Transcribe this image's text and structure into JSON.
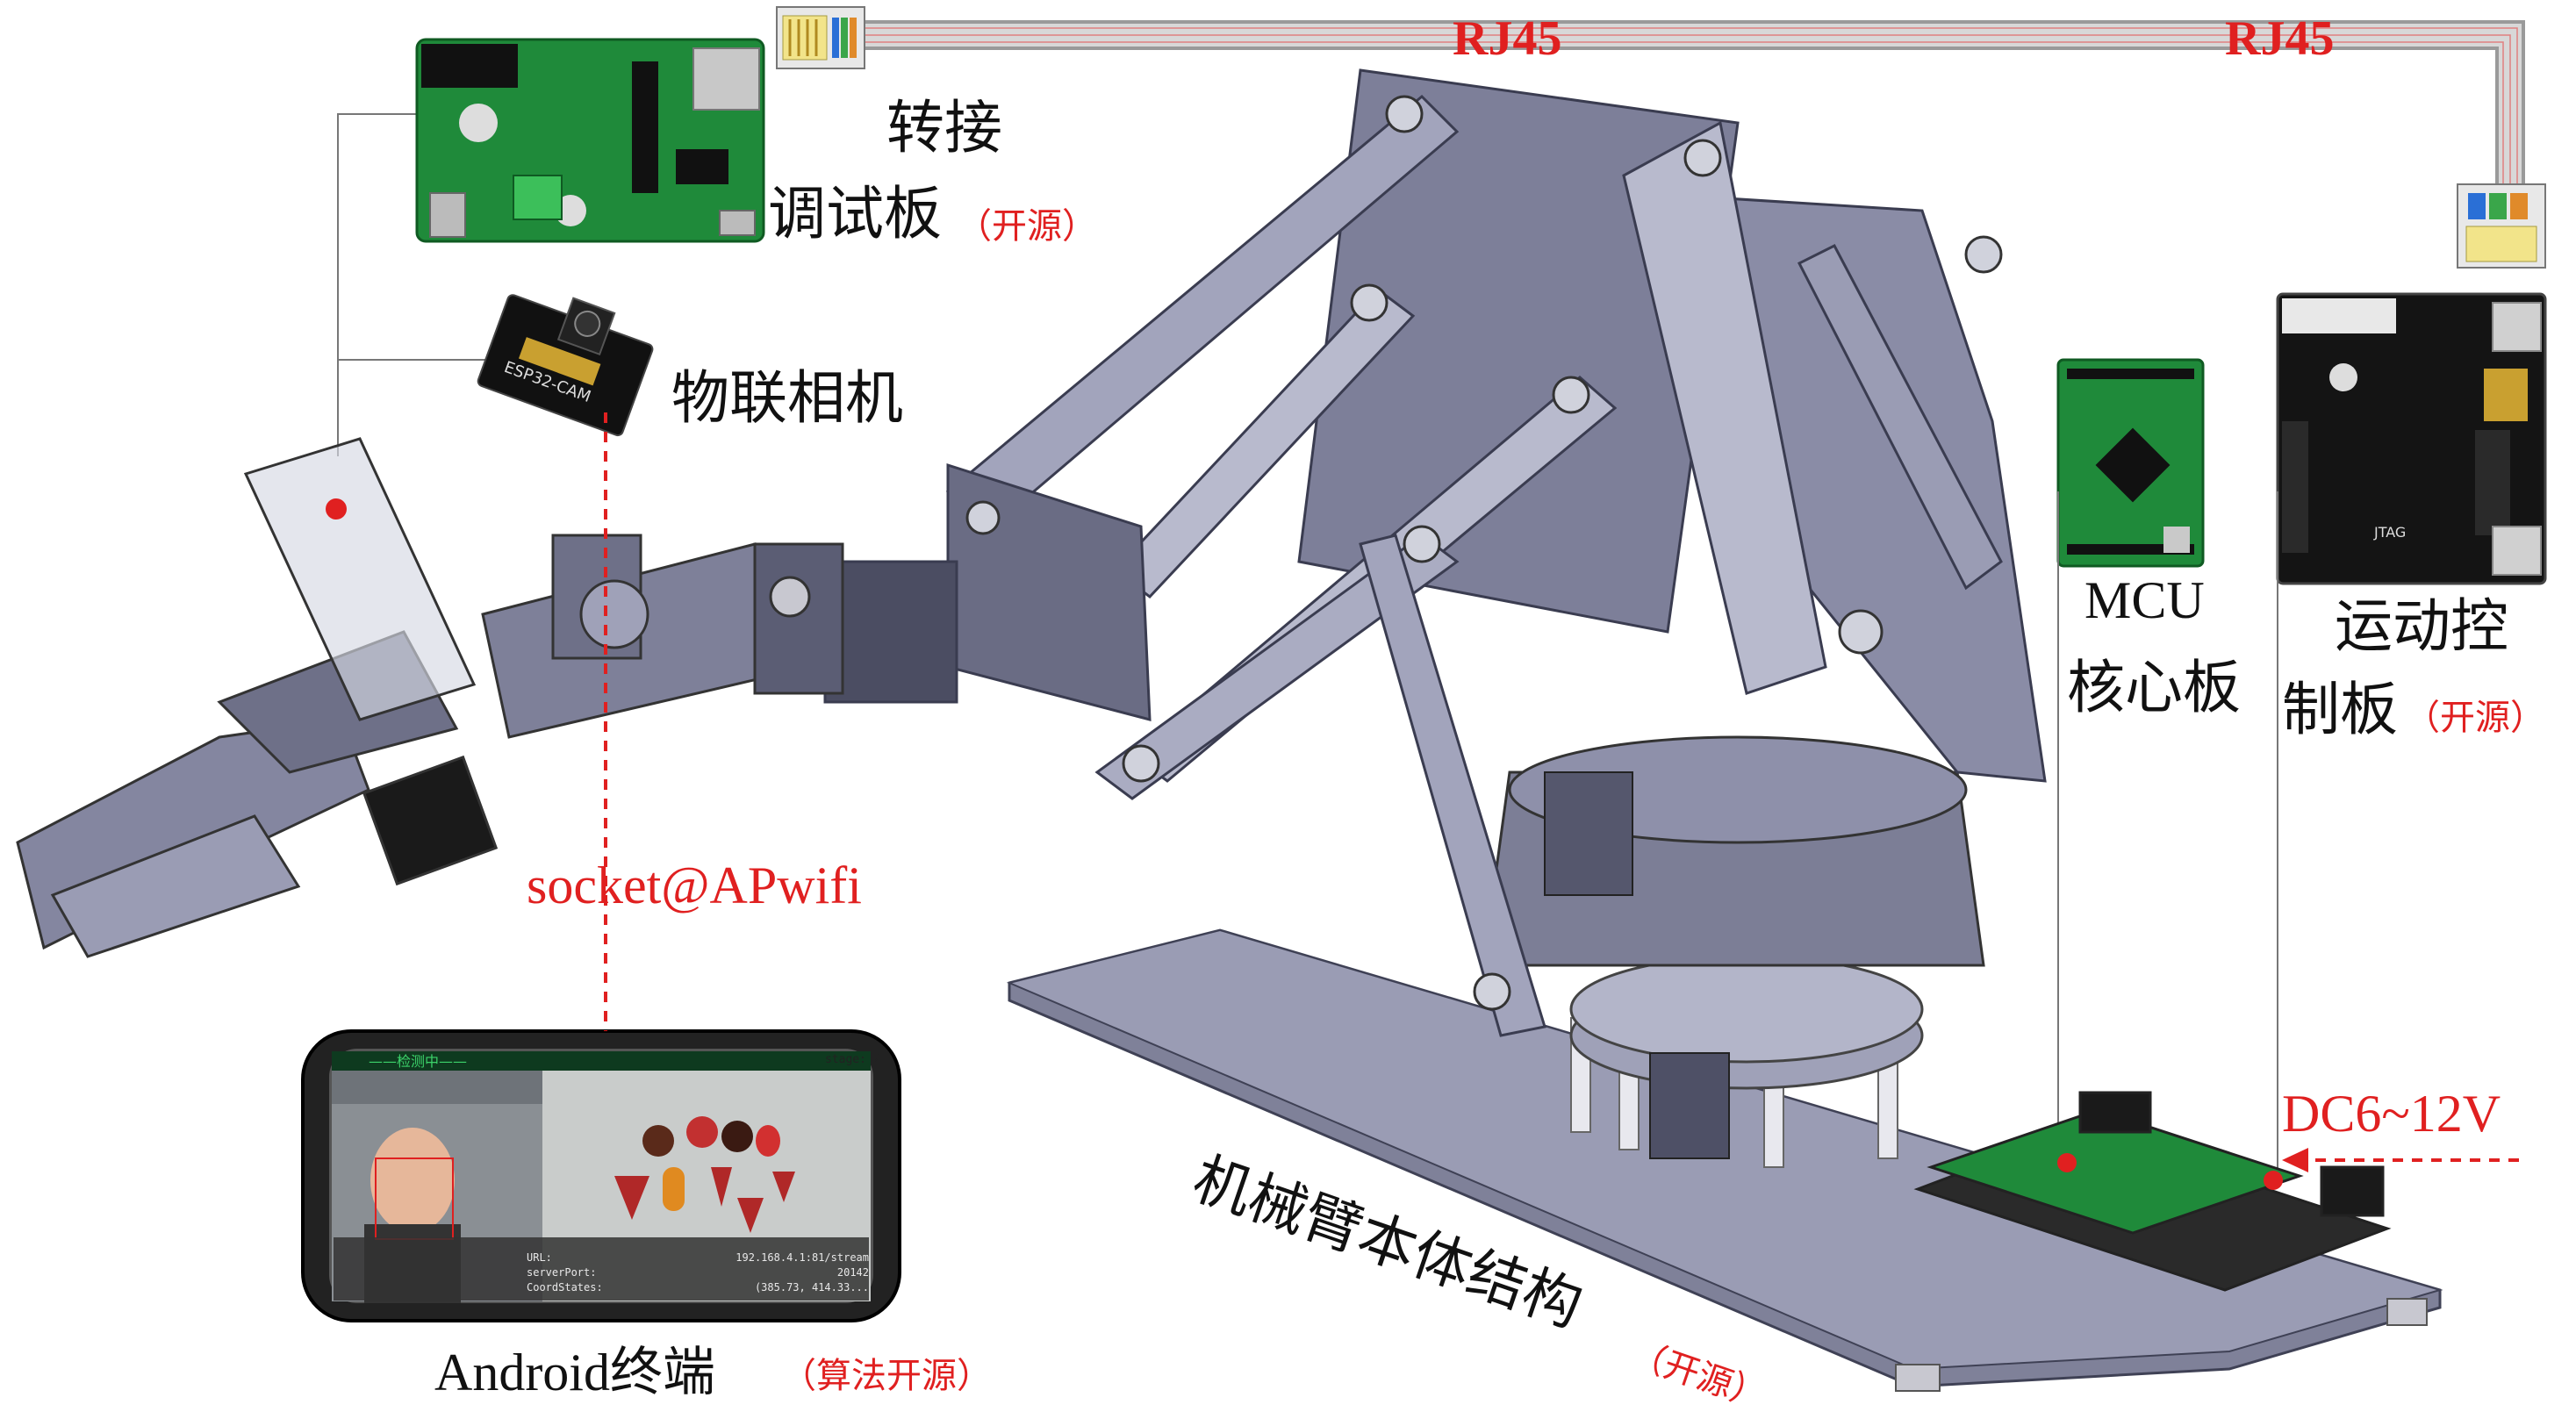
{
  "colors": {
    "accent": "#e02020",
    "metal": "#8c8ea8",
    "metal_dark": "#5f6178",
    "pcb_green": "#1f8a3a",
    "pcb_black": "#141414",
    "cable": "#bfbfbf"
  },
  "connection": {
    "left_label": "RJ45",
    "right_label": "RJ45"
  },
  "labels": {
    "adapter_line1": "转接",
    "adapter_line2": "调试板",
    "adapter_tag": "（开源）",
    "camera": "物联相机",
    "socket": "socket@APwifi",
    "mcu_line1": "MCU",
    "mcu_line2": "核心板",
    "motion_line1": "运动控",
    "motion_line2": "制板",
    "motion_tag": "（开源）",
    "power": "DC6~12V",
    "arm_body": "机械臂本体结构",
    "arm_tag": "（开源）",
    "android": "Android终端",
    "android_tag": "（算法开源）"
  },
  "phone": {
    "header": "——检测中——",
    "stage": "stage: 2",
    "info_rows": [
      {
        "key": "URL:",
        "value": "192.168.4.1:81/stream"
      },
      {
        "key": "serverPort:",
        "value": "20142"
      },
      {
        "key": "CoordStates:",
        "value": "(385.73, 414.33..."
      }
    ]
  },
  "boards": {
    "camera_brand": "ESP32-CAM",
    "motion_jtag": "JTAG"
  }
}
